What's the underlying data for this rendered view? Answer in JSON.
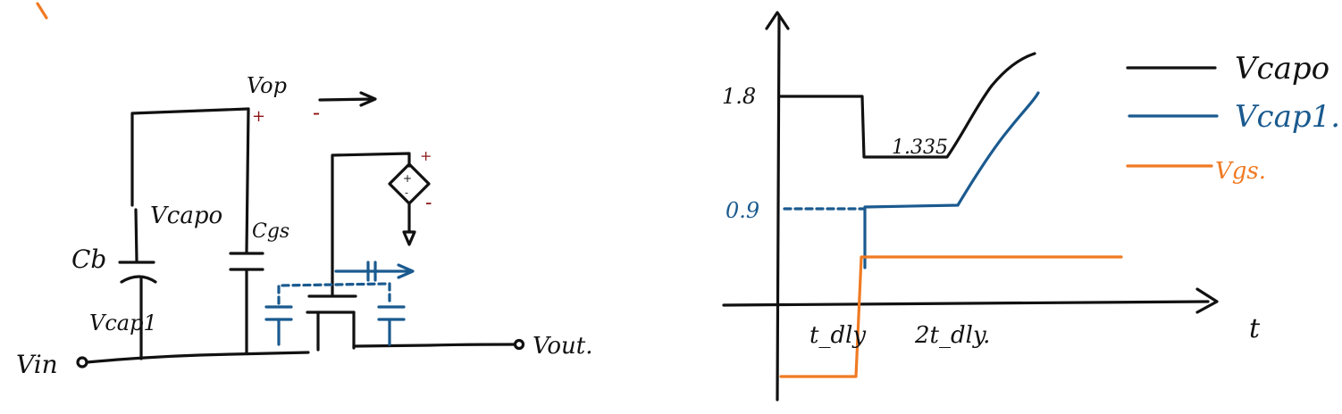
{
  "circuit": {
    "node_top": "Vop",
    "label_vcap0": "Vcapo",
    "label_vcap1": "Vcap1",
    "label_cb": "Cb",
    "label_cgs": "Cgs",
    "label_vin": "Vin",
    "label_vout": "Vout.",
    "plus_sign": "+",
    "minus_sign": "-"
  },
  "chart_data": {
    "type": "line",
    "xlabel": "t",
    "x_ticks": [
      "t_dly",
      "2t_dly."
    ],
    "y_ticks": [
      "1.8",
      "0.9"
    ],
    "annotations": [
      "1.335"
    ],
    "series": [
      {
        "name": "Vcapo",
        "color": "#111111"
      },
      {
        "name": "Vcap1.",
        "color": "#1a5a8f"
      },
      {
        "name": "Vgs.",
        "color": "#f07a22"
      }
    ]
  },
  "colors": {
    "ink": "#111111",
    "blue": "#1a5a8f",
    "orange": "#f07a22",
    "dark_red": "#8b1212"
  }
}
